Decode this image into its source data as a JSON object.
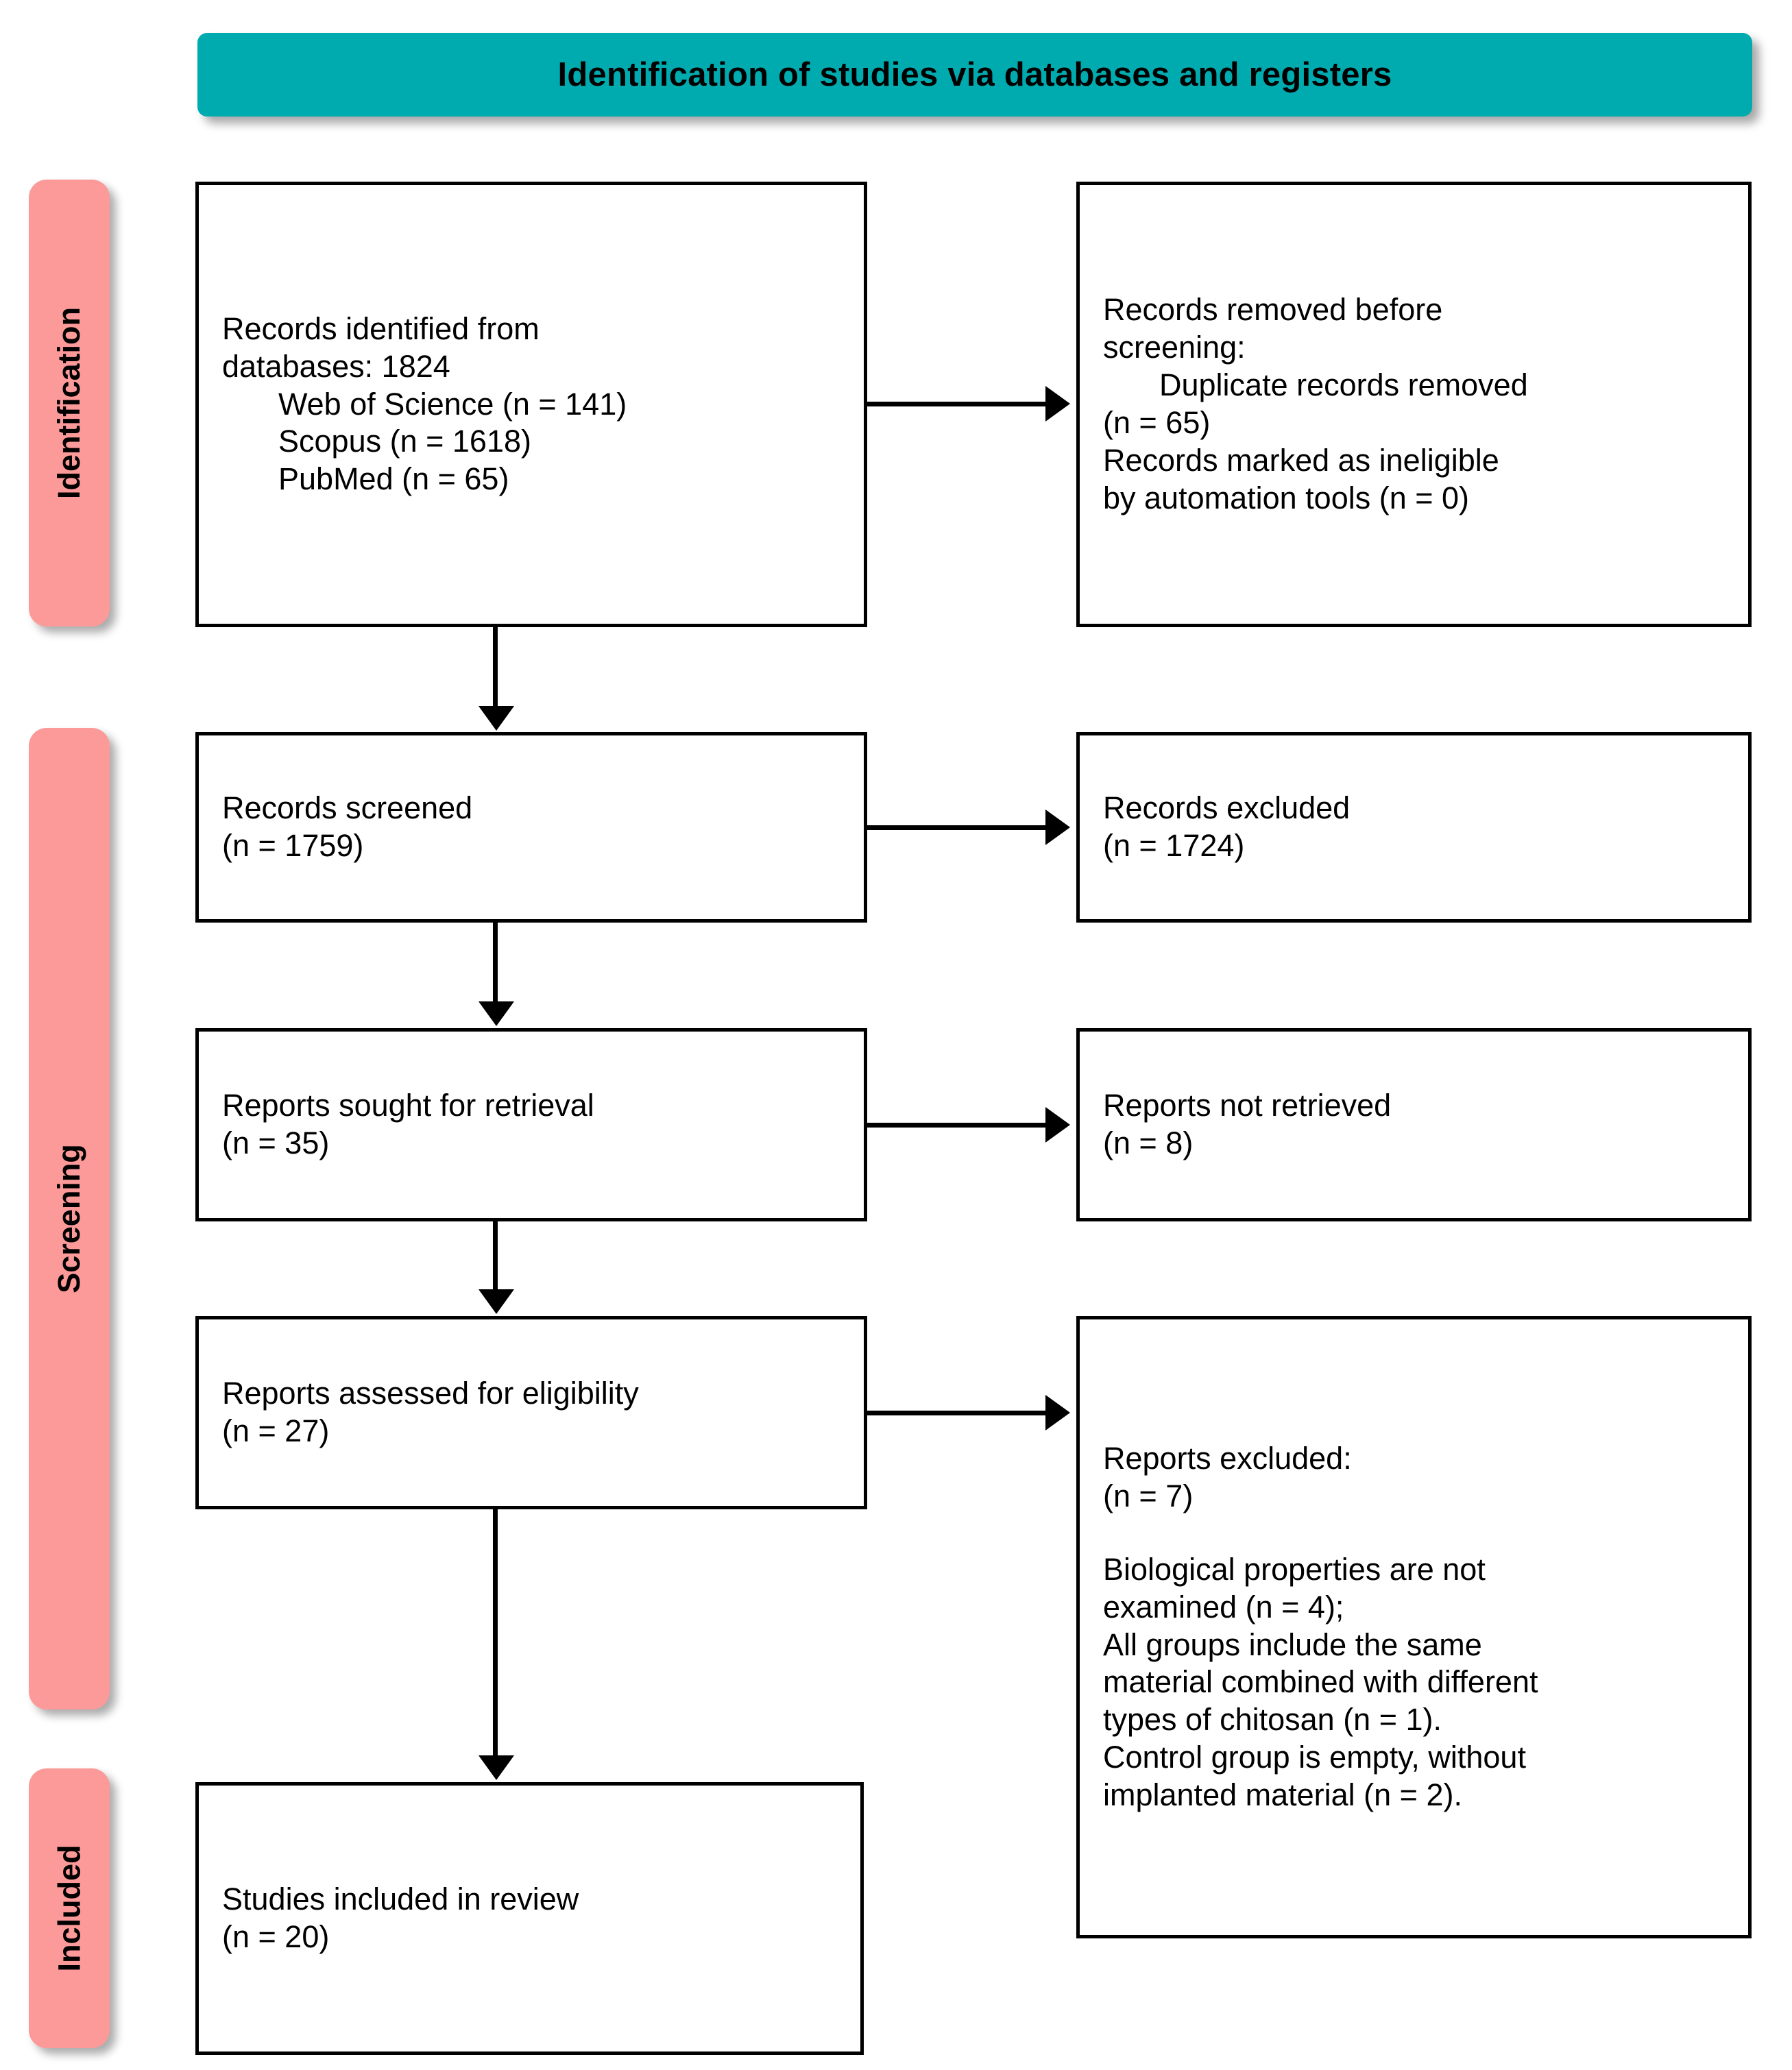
{
  "header": {
    "title": "Identification of studies via databases and registers",
    "background_color": "#00ABB0"
  },
  "stages": {
    "accent_color": "#FC9A99",
    "identification": "Identification",
    "screening": "Screening",
    "included": "Included"
  },
  "boxes": {
    "identified": {
      "name": "Records identified from",
      "lines": [
        "Records identified from",
        "databases: 1824"
      ],
      "line1": "Records identified from",
      "line2": "databases: 1824",
      "sources": [
        "Web of Science (n = 141)",
        "Scopus (n = 1618)",
        "PubMed (n = 65)"
      ],
      "source1": "Web of Science (n = 141)",
      "source2": "Scopus (n = 1618)",
      "source3": "PubMed (n = 65)"
    },
    "removed": {
      "line1_plain": "Records removed ",
      "line1_italic": "before",
      "line2_italic": "screening",
      "line2_plain": ":",
      "item1_line1": "Duplicate records removed",
      "item1_line2": "(n = 65)",
      "item2_line1": "Records marked as ineligible",
      "item2_line2": "by automation tools (n = 0)"
    },
    "screened": {
      "label": "Records screened",
      "count": "(n = 1759)"
    },
    "excluded": {
      "label": "Records excluded",
      "count": "(n = 1724)"
    },
    "sought": {
      "label": "Reports sought for retrieval",
      "count": "(n = 35)"
    },
    "not_retrieved": {
      "label": "Reports not retrieved",
      "count": "(n = 8)"
    },
    "assessed": {
      "label": "Reports assessed for eligibility",
      "count": "(n = 27)"
    },
    "reports_excluded": {
      "label": "Reports excluded:",
      "count": "(n = 7)",
      "reason1_line1": "Biological properties are not",
      "reason1_line2": "examined (n = 4);",
      "reason2_line1": "All groups include the same",
      "reason2_line2": "material combined with different",
      "reason2_line3": "types of chitosan (n = 1).",
      "reason3_line1": "Control group is empty, without",
      "reason3_line2": "implanted material (n = 2)."
    },
    "included": {
      "label": "Studies included in review",
      "count": "(n = 20)"
    }
  }
}
